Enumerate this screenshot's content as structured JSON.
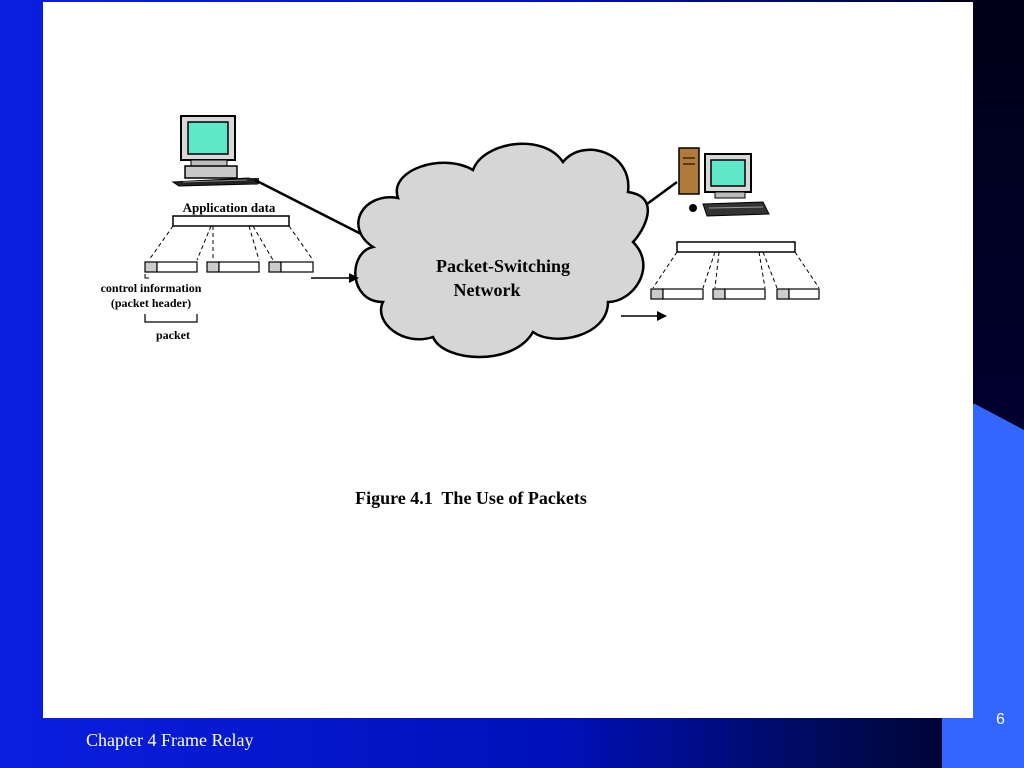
{
  "diagram": {
    "application_data_label": "Application data",
    "control_info_label_line1": "control information",
    "control_info_label_line2": "(packet header)",
    "packet_label": "packet",
    "network_label_line1": "Packet-Switching",
    "network_label_line2": "Network",
    "caption": "Figure 4.1  The Use of Packets"
  },
  "footer": {
    "chapter": "Chapter 4 Frame Relay",
    "page_number": "6"
  },
  "colors": {
    "screen": "#5fe8c8",
    "cloud_fill": "#d6d6d6",
    "slide_blue": "#0010c8",
    "accent_blue": "#3366ff"
  }
}
